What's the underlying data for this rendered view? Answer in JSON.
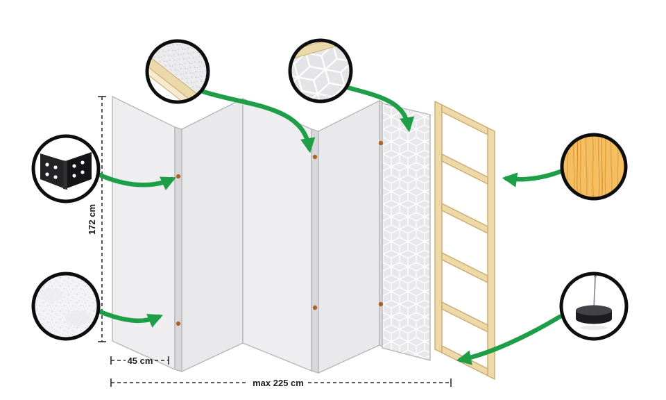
{
  "dimensions": {
    "height": "172 cm",
    "panel_width": "45 cm",
    "max_width": "max 225 cm"
  },
  "callouts": {
    "frame_corner": "frame-corner-detail",
    "pattern_corner": "pattern-corner-detail",
    "hinge": "metal-hinge-detail",
    "fleece": "fleece-texture-detail",
    "wood": "pine-wood-detail",
    "felt_pad": "felt-pad-detail"
  },
  "colors": {
    "arrow_green": "#1d9e47",
    "panel_gray": "#ececee",
    "panel_edge_gray": "#d8d8da",
    "frame_wood_fill": "#eed9a8",
    "frame_wood_stroke": "#cbab6e",
    "wood_texture": "#f5be62",
    "circle_border": "#0d0d0d",
    "dimension_line": "#2a2a2a"
  }
}
